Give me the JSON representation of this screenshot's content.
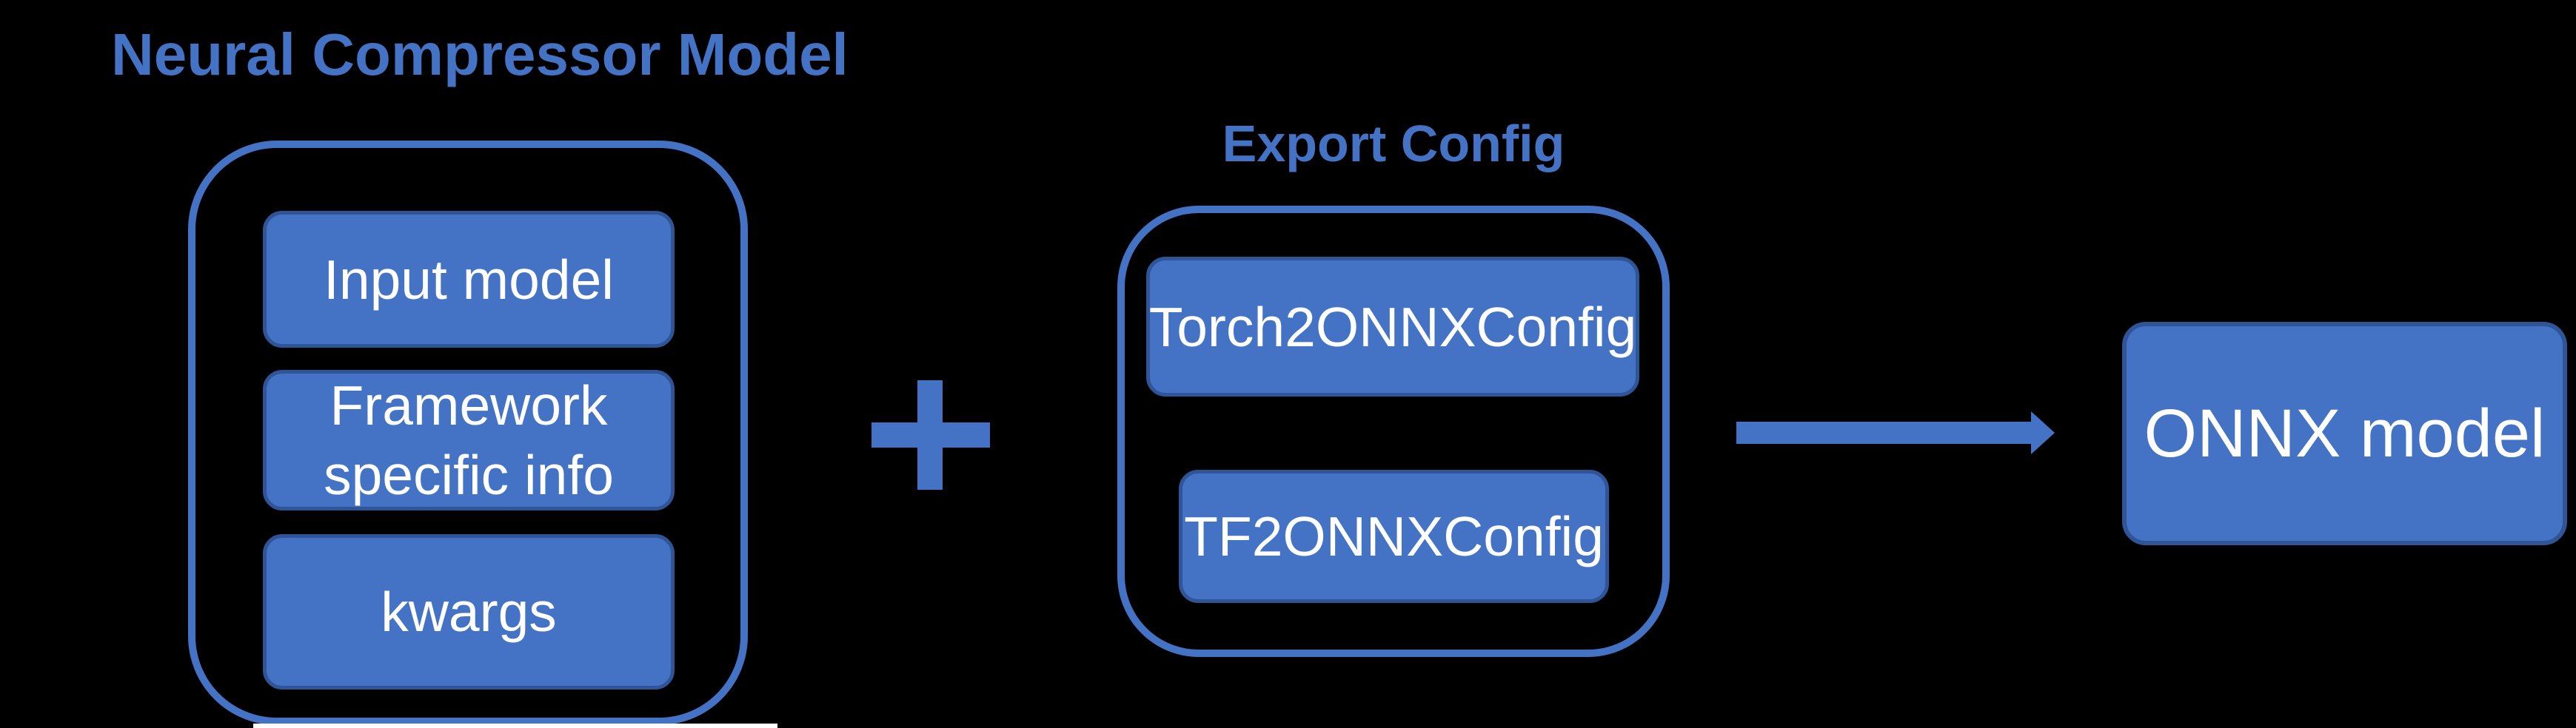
{
  "background_color": "#000000",
  "colors": {
    "accent_blue": "#4472C4",
    "box_border_blue": "#2F5597",
    "box_text": "#FFFFFF",
    "title_text": "#4472C4",
    "bottom_strip": "#FFFFFF"
  },
  "neural_compressor": {
    "title": "Neural Compressor Model",
    "items": [
      "Input model",
      "Framework specific info",
      "kwargs"
    ]
  },
  "operators": {
    "plus_icon": "plus",
    "arrow_icon": "arrow-right"
  },
  "export_config": {
    "title": "Export Config",
    "items": [
      "Torch2ONNXConfig",
      "TF2ONNXConfig"
    ]
  },
  "output": {
    "label": "ONNX model"
  }
}
